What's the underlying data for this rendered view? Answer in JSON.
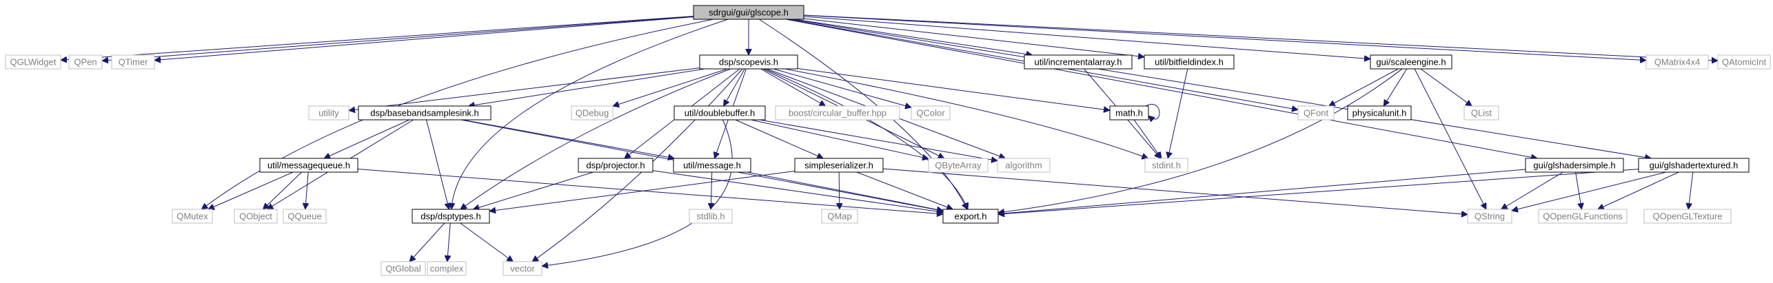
{
  "diagram": {
    "type": "include-dependency-graph",
    "root": "sdrgui/gui/glscope.h",
    "nodes": [
      {
        "id": "glscope",
        "label": "sdrgui/gui/glscope.h",
        "kind": "root"
      },
      {
        "id": "qglwidget",
        "label": "QGLWidget",
        "kind": "external"
      },
      {
        "id": "qpen",
        "label": "QPen",
        "kind": "external"
      },
      {
        "id": "qtimer",
        "label": "QTimer",
        "kind": "external"
      },
      {
        "id": "scopevis",
        "label": "dsp/scopevis.h",
        "kind": "file"
      },
      {
        "id": "incarray",
        "label": "util/incrementalarray.h",
        "kind": "file"
      },
      {
        "id": "bitfield",
        "label": "util/bitfieldindex.h",
        "kind": "file"
      },
      {
        "id": "scaleengine",
        "label": "gui/scaleengine.h",
        "kind": "file"
      },
      {
        "id": "qmatrix",
        "label": "QMatrix4x4",
        "kind": "external"
      },
      {
        "id": "qatomic",
        "label": "QAtomicInt",
        "kind": "external"
      },
      {
        "id": "utility",
        "label": "utility",
        "kind": "external"
      },
      {
        "id": "bbsink",
        "label": "dsp/basebandsamplesink.h",
        "kind": "file"
      },
      {
        "id": "qdebug",
        "label": "QDebug",
        "kind": "external"
      },
      {
        "id": "dbuf",
        "label": "util/doublebuffer.h",
        "kind": "file"
      },
      {
        "id": "circbuf",
        "label": "boost/circular_buffer.hpp",
        "kind": "external"
      },
      {
        "id": "qcolor",
        "label": "QColor",
        "kind": "external"
      },
      {
        "id": "mathh",
        "label": "math.h",
        "kind": "file"
      },
      {
        "id": "qfont",
        "label": "QFont",
        "kind": "external"
      },
      {
        "id": "physunit",
        "label": "physicalunit.h",
        "kind": "file"
      },
      {
        "id": "qlist",
        "label": "QList",
        "kind": "external"
      },
      {
        "id": "msgqueue",
        "label": "util/messagequeue.h",
        "kind": "file"
      },
      {
        "id": "projector",
        "label": "dsp/projector.h",
        "kind": "file"
      },
      {
        "id": "message",
        "label": "util/message.h",
        "kind": "file"
      },
      {
        "id": "simpleser",
        "label": "simpleserializer.h",
        "kind": "file"
      },
      {
        "id": "qbytearray",
        "label": "QByteArray",
        "kind": "external"
      },
      {
        "id": "algorithm",
        "label": "algorithm",
        "kind": "external"
      },
      {
        "id": "stdint",
        "label": "stdint.h",
        "kind": "external"
      },
      {
        "id": "glsimple",
        "label": "gui/glshadersimple.h",
        "kind": "file"
      },
      {
        "id": "gltex",
        "label": "gui/glshadertextured.h",
        "kind": "file"
      },
      {
        "id": "qmutex",
        "label": "QMutex",
        "kind": "external"
      },
      {
        "id": "qobject",
        "label": "QObject",
        "kind": "external"
      },
      {
        "id": "qqueue",
        "label": "QQueue",
        "kind": "external"
      },
      {
        "id": "dsptypes",
        "label": "dsp/dsptypes.h",
        "kind": "file"
      },
      {
        "id": "stdlib",
        "label": "stdlib.h",
        "kind": "external"
      },
      {
        "id": "qmap",
        "label": "QMap",
        "kind": "external"
      },
      {
        "id": "export",
        "label": "export.h",
        "kind": "file"
      },
      {
        "id": "qstring",
        "label": "QString",
        "kind": "external"
      },
      {
        "id": "qoglfunc",
        "label": "QOpenGLFunctions",
        "kind": "external"
      },
      {
        "id": "qogltex",
        "label": "QOpenGLTexture",
        "kind": "external"
      },
      {
        "id": "qtglobal",
        "label": "QtGlobal",
        "kind": "external"
      },
      {
        "id": "complex",
        "label": "complex",
        "kind": "external"
      },
      {
        "id": "vector",
        "label": "vector",
        "kind": "external"
      }
    ],
    "edges": [
      [
        "glscope",
        "qglwidget"
      ],
      [
        "glscope",
        "qpen"
      ],
      [
        "glscope",
        "qtimer"
      ],
      [
        "glscope",
        "scopevis"
      ],
      [
        "glscope",
        "incarray"
      ],
      [
        "glscope",
        "bitfield"
      ],
      [
        "glscope",
        "scaleengine"
      ],
      [
        "glscope",
        "qmatrix"
      ],
      [
        "glscope",
        "qatomic"
      ],
      [
        "glscope",
        "qfont"
      ],
      [
        "glscope",
        "export"
      ],
      [
        "glscope",
        "glsimple"
      ],
      [
        "glscope",
        "gltex"
      ],
      [
        "glscope",
        "qmutex"
      ],
      [
        "glscope",
        "dsptypes"
      ],
      [
        "scopevis",
        "utility"
      ],
      [
        "scopevis",
        "bbsink"
      ],
      [
        "scopevis",
        "qdebug"
      ],
      [
        "scopevis",
        "dbuf"
      ],
      [
        "scopevis",
        "circbuf"
      ],
      [
        "scopevis",
        "qcolor"
      ],
      [
        "scopevis",
        "mathh"
      ],
      [
        "scopevis",
        "stdint"
      ],
      [
        "scopevis",
        "algorithm"
      ],
      [
        "scopevis",
        "qbytearray"
      ],
      [
        "scopevis",
        "projector"
      ],
      [
        "scopevis",
        "message"
      ],
      [
        "scopevis",
        "export"
      ],
      [
        "scopevis",
        "vector"
      ],
      [
        "scopevis",
        "dsptypes"
      ],
      [
        "incarray",
        "stdint"
      ],
      [
        "bitfield",
        "stdint"
      ],
      [
        "mathh",
        "mathh"
      ],
      [
        "mathh",
        "stdint"
      ],
      [
        "scaleengine",
        "qfont"
      ],
      [
        "scaleengine",
        "physunit"
      ],
      [
        "scaleengine",
        "qlist"
      ],
      [
        "scaleengine",
        "qstring"
      ],
      [
        "scaleengine",
        "export"
      ],
      [
        "bbsink",
        "msgqueue"
      ],
      [
        "bbsink",
        "qobject"
      ],
      [
        "bbsink",
        "dsptypes"
      ],
      [
        "bbsink",
        "message"
      ],
      [
        "bbsink",
        "export"
      ],
      [
        "dbuf",
        "simpleser"
      ],
      [
        "dbuf",
        "qbytearray"
      ],
      [
        "dbuf",
        "algorithm"
      ],
      [
        "dbuf",
        "vector"
      ],
      [
        "msgqueue",
        "qmutex"
      ],
      [
        "msgqueue",
        "qobject"
      ],
      [
        "msgqueue",
        "qqueue"
      ],
      [
        "msgqueue",
        "export"
      ],
      [
        "projector",
        "dsptypes"
      ],
      [
        "projector",
        "export"
      ],
      [
        "message",
        "stdlib"
      ],
      [
        "message",
        "export"
      ],
      [
        "simpleser",
        "qmap"
      ],
      [
        "simpleser",
        "export"
      ],
      [
        "simpleser",
        "qstring"
      ],
      [
        "simpleser",
        "dsptypes"
      ],
      [
        "glsimple",
        "qstring"
      ],
      [
        "glsimple",
        "qoglfunc"
      ],
      [
        "glsimple",
        "export"
      ],
      [
        "gltex",
        "qstring"
      ],
      [
        "gltex",
        "qoglfunc"
      ],
      [
        "gltex",
        "qogltex"
      ],
      [
        "gltex",
        "export"
      ],
      [
        "dsptypes",
        "qtglobal"
      ],
      [
        "dsptypes",
        "complex"
      ],
      [
        "dsptypes",
        "vector"
      ]
    ]
  }
}
